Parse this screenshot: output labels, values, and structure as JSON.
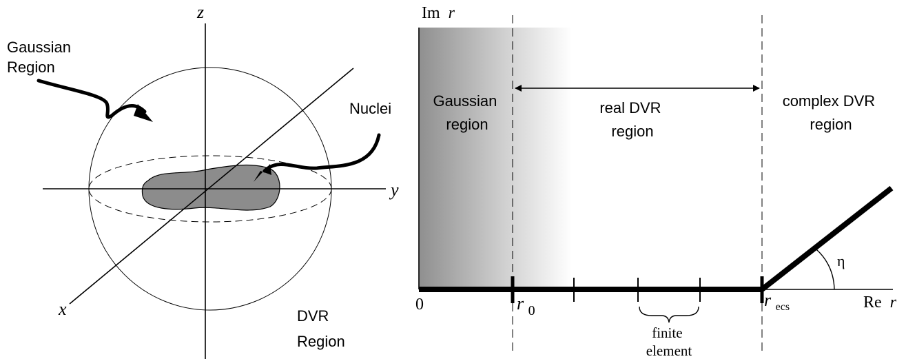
{
  "left_panel": {
    "axis_labels": {
      "z": "z",
      "y": "y",
      "x": "x"
    },
    "gaussian_region_label": [
      "Gaussian",
      "Region"
    ],
    "nuclei_label": "Nuclei",
    "dvr_region_label": [
      "DVR",
      "Region"
    ]
  },
  "right_panel": {
    "axis_labels": {
      "im": {
        "prefix": "Im",
        "var": "r"
      },
      "re": {
        "prefix": "Re",
        "var": "r"
      }
    },
    "gaussian_region_label": [
      "Gaussian",
      "region"
    ],
    "real_dvr_label": [
      "real DVR",
      "region"
    ],
    "complex_dvr_label": [
      "complex DVR",
      "region"
    ],
    "origin_label": "0",
    "r0_label": {
      "var": "r",
      "sub": "0"
    },
    "recs_label": {
      "var": "r",
      "sub": "ecs"
    },
    "eta_label": "η",
    "finite_element_label": [
      "finite",
      "element"
    ]
  }
}
